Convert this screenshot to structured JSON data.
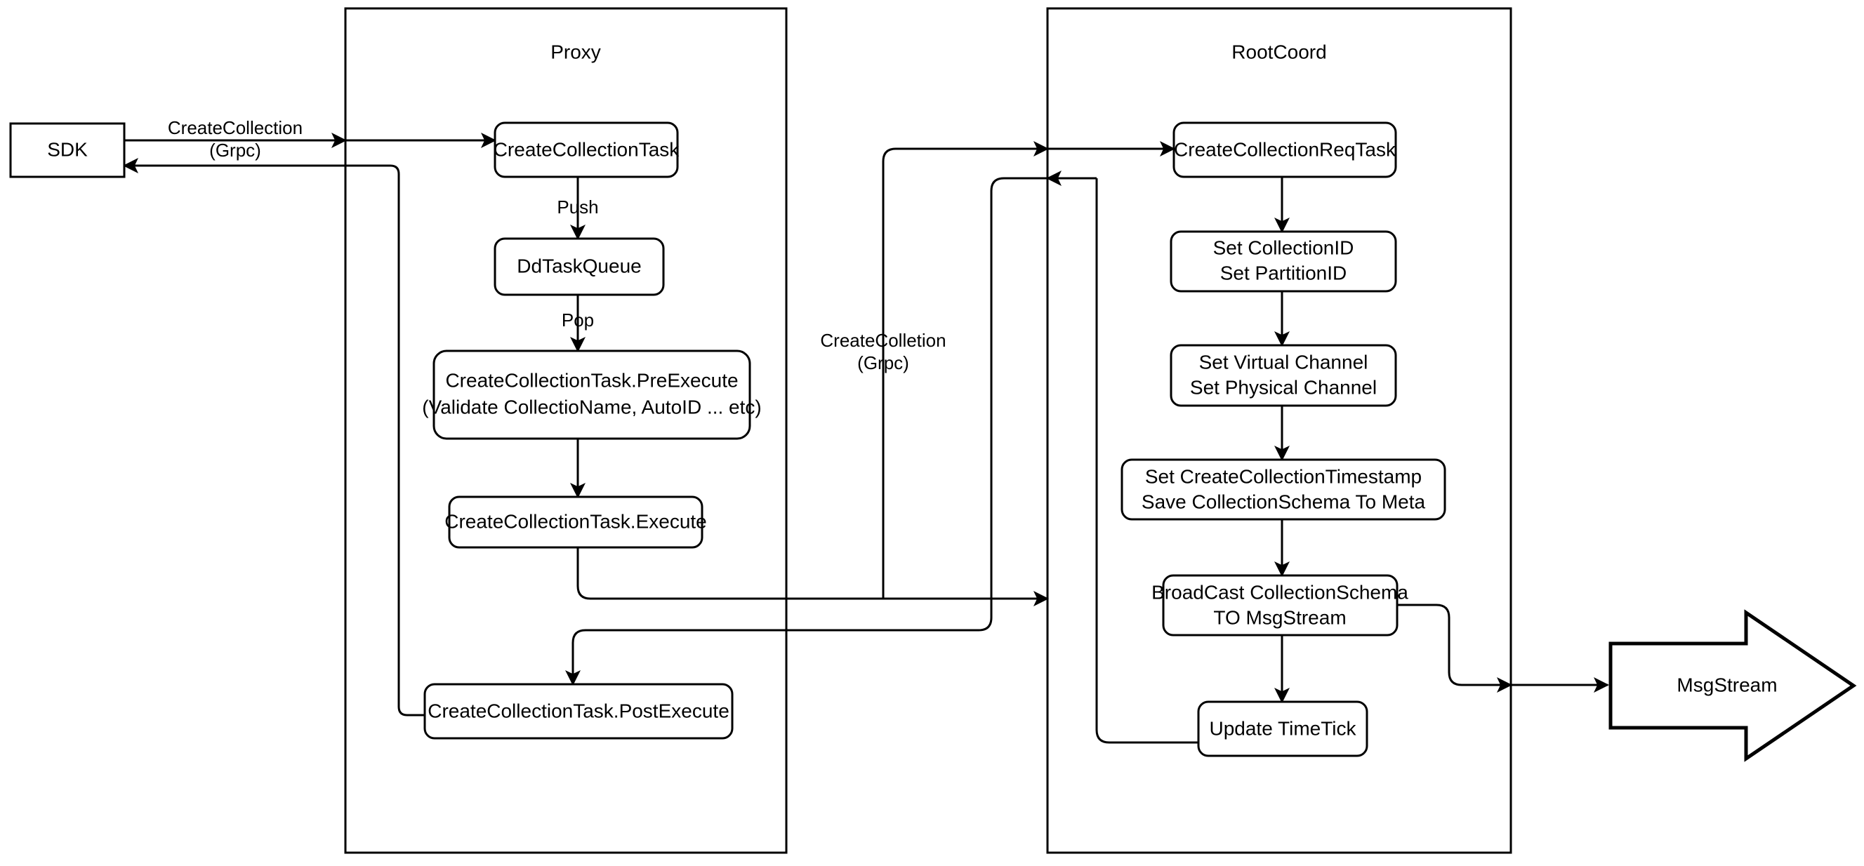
{
  "diagram": {
    "title_visible": false,
    "background_color": "#ffffff",
    "stroke_color": "#000000",
    "containers": [
      {
        "id": "proxy",
        "label": "Proxy"
      },
      {
        "id": "rootcoord",
        "label": "RootCoord"
      }
    ],
    "external_nodes": [
      {
        "id": "sdk",
        "label": "SDK",
        "shape": "rectangle"
      },
      {
        "id": "msgstream",
        "label": "MsgStream",
        "shape": "block-arrow"
      }
    ],
    "proxy_nodes": [
      {
        "id": "create-collection-task",
        "label": "CreateCollectionTask",
        "shape": "rounded-rectangle"
      },
      {
        "id": "dd-task-queue",
        "label": "DdTaskQueue",
        "shape": "rounded-rectangle"
      },
      {
        "id": "pre-execute",
        "label_line1": "CreateCollectionTask.PreExecute",
        "label_line2": "(Validate CollectioName, AutoID ... etc)",
        "shape": "rounded-rectangle"
      },
      {
        "id": "execute",
        "label": "CreateCollectionTask.Execute",
        "shape": "rounded-rectangle"
      },
      {
        "id": "post-execute",
        "label": "CreateCollectionTask.PostExecute",
        "shape": "rounded-rectangle"
      }
    ],
    "rootcoord_nodes": [
      {
        "id": "create-collection-req-task",
        "label": "CreateCollectionReqTask",
        "shape": "rounded-rectangle"
      },
      {
        "id": "set-ids",
        "label_line1": "Set CollectionID",
        "label_line2": "Set PartitionID",
        "shape": "rounded-rectangle"
      },
      {
        "id": "set-channels",
        "label_line1": "Set Virtual Channel",
        "label_line2": "Set Physical Channel",
        "shape": "rounded-rectangle"
      },
      {
        "id": "set-timestamp",
        "label_line1": "Set CreateCollectionTimestamp",
        "label_line2": "Save CollectionSchema To Meta",
        "shape": "rounded-rectangle"
      },
      {
        "id": "broadcast",
        "label_line1": "BroadCast CollectionSchema",
        "label_line2": "TO MsgStream",
        "shape": "rounded-rectangle"
      },
      {
        "id": "update-timetick",
        "label": "Update TimeTick",
        "shape": "rounded-rectangle"
      }
    ],
    "edge_labels": [
      {
        "id": "sdk-to-proxy",
        "line1": "CreateCollection",
        "line2": "(Grpc)"
      },
      {
        "id": "push",
        "line1": "Push",
        "line2": ""
      },
      {
        "id": "pop",
        "line1": "Pop",
        "line2": ""
      },
      {
        "id": "proxy-to-rootcoord",
        "line1": "CreateColletion",
        "line2": "(Grpc)"
      }
    ]
  }
}
